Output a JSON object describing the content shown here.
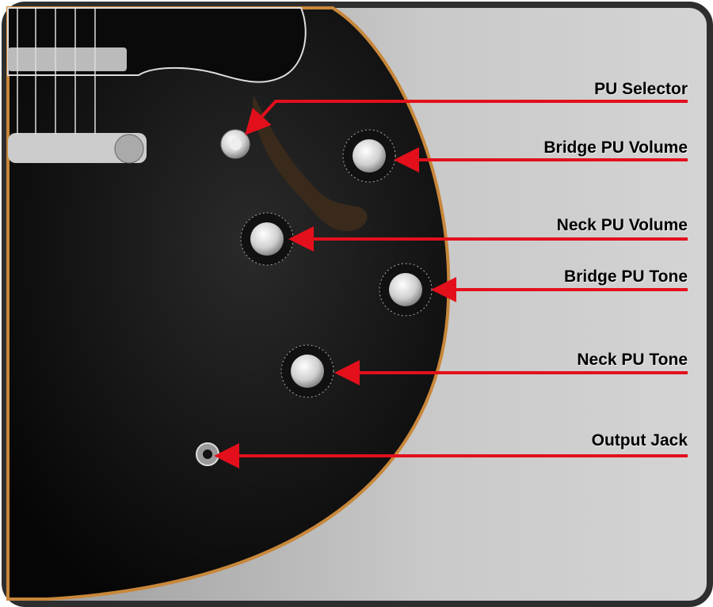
{
  "labels": {
    "pu_selector": "PU Selector",
    "bridge_pu_volume": "Bridge PU Volume",
    "neck_pu_volume": "Neck PU Volume",
    "bridge_pu_tone": "Bridge PU Tone",
    "neck_pu_tone": "Neck PU Tone",
    "output_jack": "Output Jack"
  },
  "colors": {
    "arrow": "#e3101c",
    "body": "#111111",
    "binding": "#c8873a",
    "frame": "#2e2e2e"
  }
}
